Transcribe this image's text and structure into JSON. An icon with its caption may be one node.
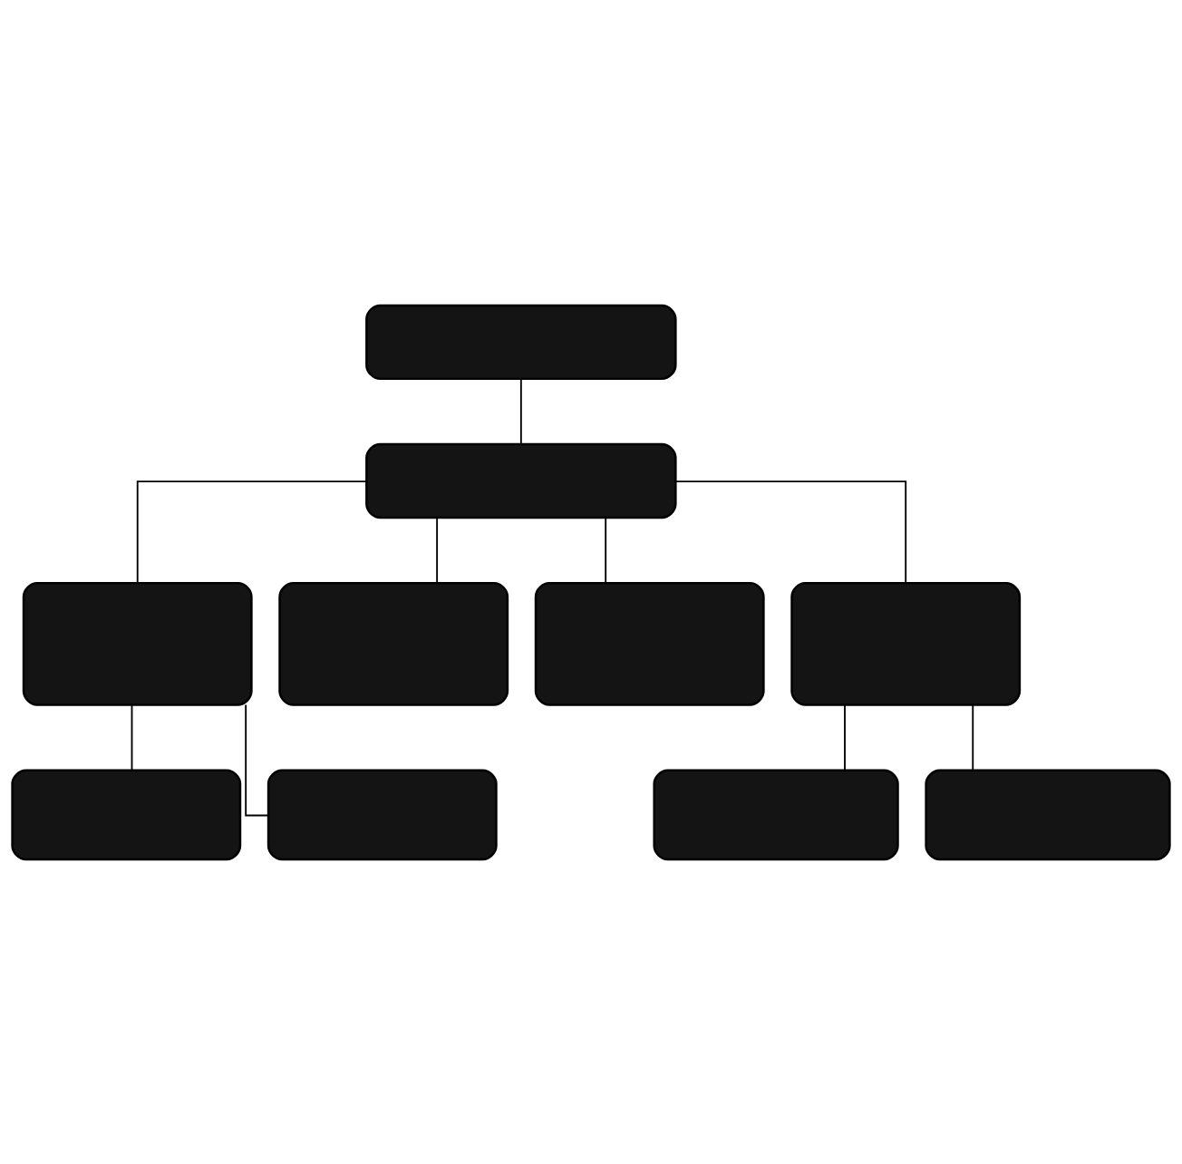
{
  "diagram": {
    "nodes": [
      {
        "text": [],
        "shape": "box"
      },
      {
        "text": [],
        "shape": "box"
      },
      {
        "text": [],
        "shape": "box"
      },
      {
        "text": [],
        "shape": "box"
      },
      {
        "text": [],
        "shape": "box"
      },
      {
        "text": [],
        "shape": "box"
      },
      {
        "text": [],
        "shape": "box"
      },
      {
        "text": [],
        "shape": "box"
      },
      {
        "text": [],
        "shape": "box"
      },
      {
        "text": [],
        "shape": "box"
      }
    ],
    "edges": [
      {
        "from": 0,
        "to": 1,
        "arrow": "none"
      },
      {
        "from": 1,
        "to": 2,
        "arrow": "none"
      },
      {
        "from": 1,
        "to": 3,
        "arrow": "none"
      },
      {
        "from": 1,
        "to": 4,
        "arrow": "none"
      },
      {
        "from": 1,
        "to": 5,
        "arrow": "none"
      },
      {
        "from": 2,
        "to": 6,
        "arrow": "none"
      },
      {
        "from": 2,
        "to": 7,
        "arrow": "none"
      },
      {
        "from": 5,
        "to": 8,
        "arrow": "none"
      },
      {
        "from": 5,
        "to": 9,
        "arrow": "none"
      }
    ]
  }
}
